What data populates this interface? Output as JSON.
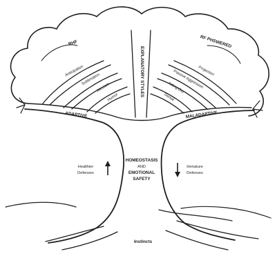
{
  "labels": {
    "left_crown": "RHF",
    "right_crown": "RF PHSWERED",
    "trunk_vertical": "EXPLANATORY STYLES",
    "left_branch_1": "Anticipation",
    "left_branch_2": "Sublimation",
    "left_branch_3": "Altruism",
    "left_branch_4": "Humor",
    "right_branch_1": "Projection",
    "right_branch_2": "Passive Aggression",
    "right_branch_3": "Acting Out",
    "right_branch_4": "Denial",
    "left_fork": "ADAPTIVE",
    "right_fork": "MALADAPTIVE",
    "left_side_top": "Healthier",
    "left_side_bottom": "Defenses",
    "right_side_top": "Immature",
    "right_side_bottom": "Defenses",
    "trunk_center_1": "HOMEOSTASIS",
    "trunk_center_2": "AND",
    "trunk_center_3": "EMOTIONAL",
    "trunk_center_4": "SAFETY",
    "roots": "Instincts"
  },
  "icons": {
    "up_arrow": "up-arrow-icon",
    "down_arrow": "down-arrow-icon"
  },
  "colors": {
    "ink": "#1e1e1e",
    "background": "#ffffff"
  }
}
